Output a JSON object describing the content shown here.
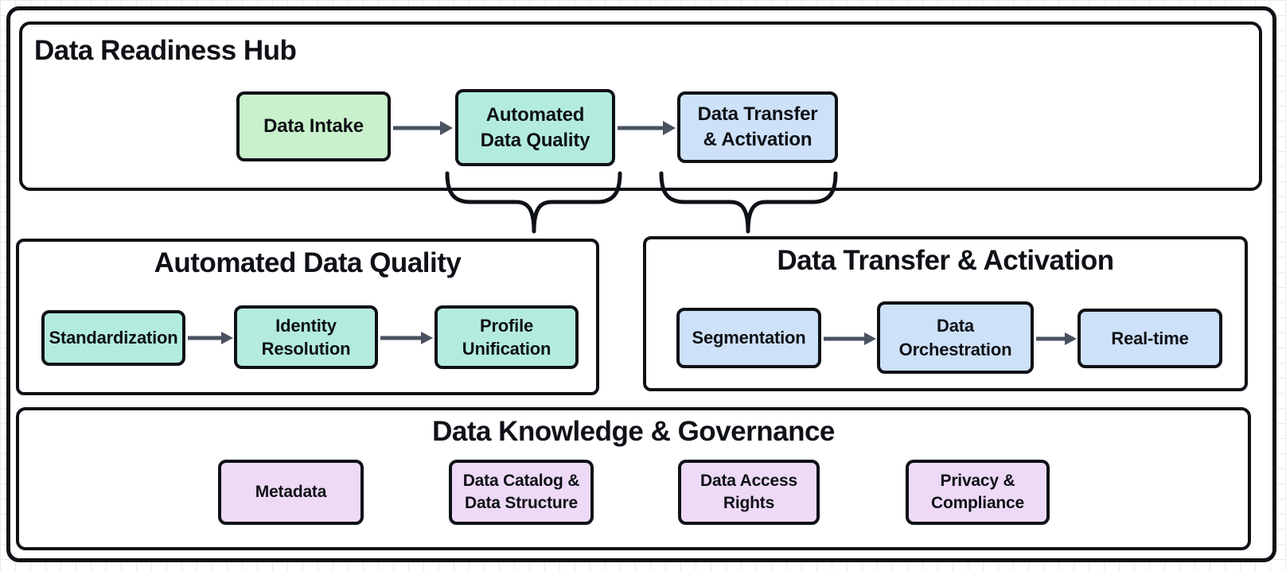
{
  "hub": {
    "title": "Data Readiness Hub",
    "nodes": [
      {
        "label": "Data Intake"
      },
      {
        "label": "Automated\nData Quality"
      },
      {
        "label": "Data Transfer\n& Activation"
      }
    ]
  },
  "quality": {
    "title": "Automated Data Quality",
    "nodes": [
      {
        "label": "Standardization"
      },
      {
        "label": "Identity\nResolution"
      },
      {
        "label": "Profile\nUnification"
      }
    ]
  },
  "transfer": {
    "title": "Data Transfer & Activation",
    "nodes": [
      {
        "label": "Segmentation"
      },
      {
        "label": "Data\nOrchestration"
      },
      {
        "label": "Real-time"
      }
    ]
  },
  "governance": {
    "title": "Data Knowledge & Governance",
    "nodes": [
      {
        "label": "Metadata"
      },
      {
        "label": "Data Catalog &\nData Structure"
      },
      {
        "label": "Data Access\nRights"
      },
      {
        "label": "Privacy &\nCompliance"
      }
    ]
  },
  "colors": {
    "intake_green": "#c9f1cb",
    "quality_teal": "#b3ecdf",
    "transfer_blue": "#cde1f8",
    "governance_purple": "#eedaf7",
    "arrow_gray": "#4a5260",
    "line_black": "#0e1116",
    "grid_line": "#e9eaee"
  }
}
